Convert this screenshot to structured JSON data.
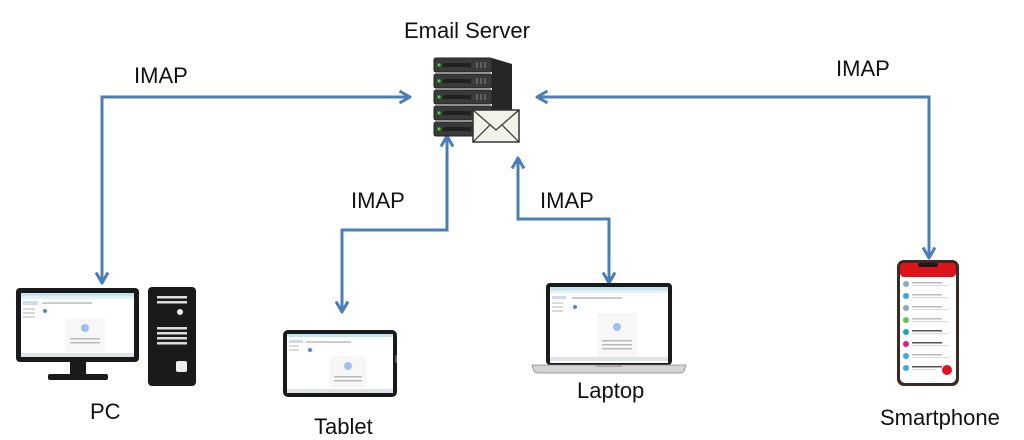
{
  "title": "Email Server",
  "nodes": {
    "server": {
      "label": "Email Server",
      "icon": "server-rack-icon",
      "badge_icon": "envelope-icon"
    },
    "pc": {
      "label": "PC",
      "icon": "desktop-computer-icon"
    },
    "tablet": {
      "label": "Tablet",
      "icon": "tablet-icon"
    },
    "laptop": {
      "label": "Laptop",
      "icon": "laptop-icon"
    },
    "smartphone": {
      "label": "Smartphone",
      "icon": "smartphone-icon"
    }
  },
  "connections": [
    {
      "from": "server",
      "to": "pc",
      "label": "IMAP",
      "bidirectional": true
    },
    {
      "from": "server",
      "to": "tablet",
      "label": "IMAP",
      "bidirectional": true
    },
    {
      "from": "server",
      "to": "laptop",
      "label": "IMAP",
      "bidirectional": true
    },
    {
      "from": "server",
      "to": "smartphone",
      "label": "IMAP",
      "bidirectional": true
    }
  ],
  "colors": {
    "arrow": "#4a7ebb",
    "device_frame": "#1a1a1a",
    "server_body": "#3a3a3a",
    "server_led": "#33dd33",
    "phone_header": "#e0121b",
    "screen_bar": "#bfe6f0"
  }
}
